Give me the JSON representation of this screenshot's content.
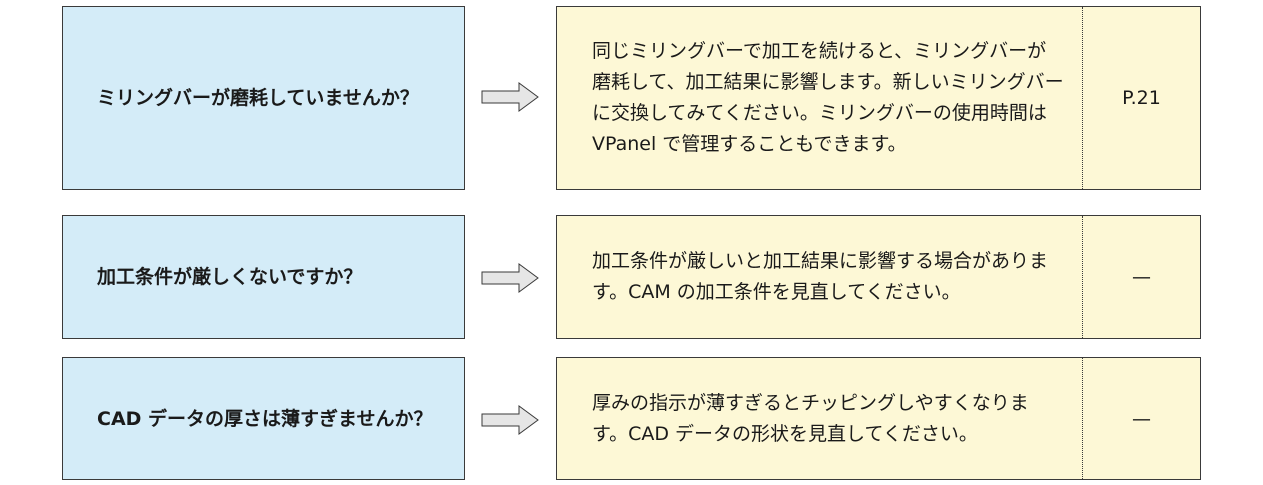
{
  "rows": [
    {
      "question": "ミリングバーが磨耗していませんか？",
      "answer": "同じミリングバーで加工を続けると、ミリングバーが磨耗して、加工結果に影響します。新しいミリングバーに交換してみてください。ミリングバーの使用時間は VPanel で管理することもできます。",
      "ref": "P.21"
    },
    {
      "question": "加工条件が厳しくないですか？",
      "answer": "加工条件が厳しいと加工結果に影響する場合があります。CAM の加工条件を見直してください。",
      "ref": "—"
    },
    {
      "question": "CAD データの厚さは薄すぎませんか？",
      "answer": "厚みの指示が薄すぎるとチッピングしやすくなります。CAD データの形状を見直してください。",
      "ref": "—"
    }
  ],
  "colors": {
    "question_bg": "#d4ecf8",
    "answer_bg": "#fdf8d6",
    "border": "#3a3a3a",
    "arrow_fill": "#e6e6e6"
  }
}
